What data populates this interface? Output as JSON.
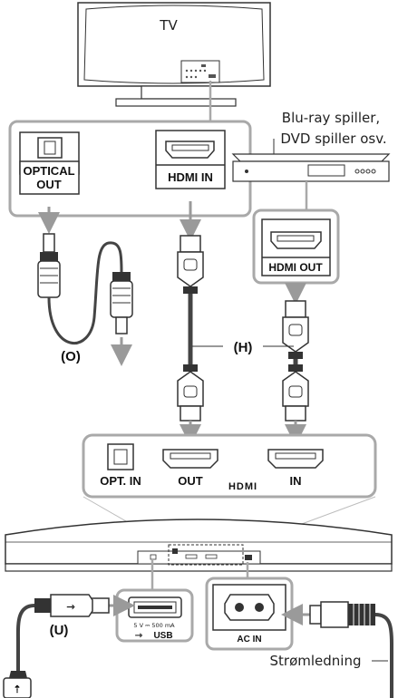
{
  "tv_label": "TV",
  "player_label_line1": "Blu-ray spiller,",
  "player_label_line2": "DVD spiller osv.",
  "tv_ports": {
    "optical_out_line1": "OPTICAL",
    "optical_out_line2": "OUT",
    "hdmi_in": "HDMI IN"
  },
  "player_ports": {
    "hdmi_out": "HDMI OUT"
  },
  "cable_labels": {
    "optical": "(O)",
    "hdmi": "(H)",
    "usb": "(U)"
  },
  "soundbar_ports": {
    "opt_in": "OPT. IN",
    "out": "OUT",
    "in": "IN",
    "hdmi_logo": "HDMI"
  },
  "usb_port": {
    "spec": "5 V ⎓ 500 mA",
    "label": "USB"
  },
  "ac_port": {
    "label": "AC IN"
  },
  "power_cord_label": "Strømledning",
  "colors": {
    "outline": "#333333",
    "callout": "#a9a9a9",
    "arrow": "#9a9a9a",
    "cable": "#444444"
  }
}
